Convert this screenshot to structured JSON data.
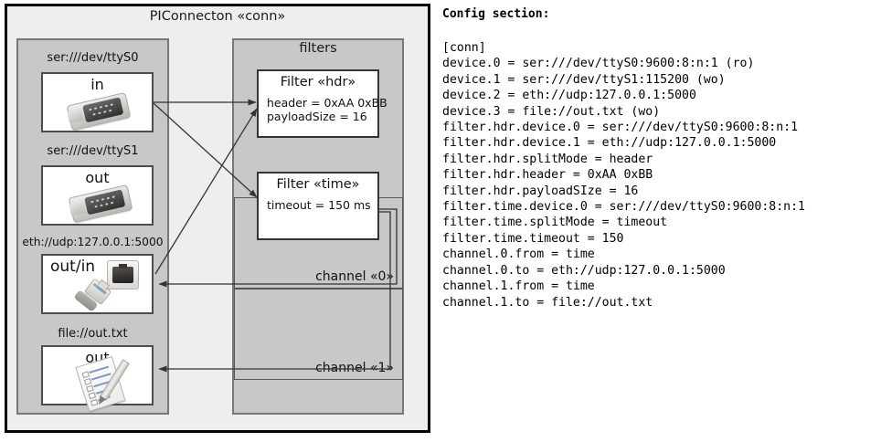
{
  "diagram": {
    "title": "PIConnecton «conn»",
    "devices_panel": {
      "items": [
        {
          "label": "ser:///dev/ttyS0",
          "direction": "in",
          "icon": "serial-port-icon"
        },
        {
          "label": "ser:///dev/ttyS1",
          "direction": "out",
          "icon": "serial-port-icon"
        },
        {
          "label": "eth://udp:127.0.0.1:5000",
          "direction": "out/in",
          "icon": "ethernet-connector-icon"
        },
        {
          "label": "file://out.txt",
          "direction": "out",
          "icon": "text-document-icon"
        }
      ]
    },
    "filters_panel": {
      "title": "filters",
      "filters": [
        {
          "title": "Filter «hdr»",
          "attrs": "header = 0xAA 0xBB\npayloadSize = 16"
        },
        {
          "title": "Filter «time»",
          "attrs": "timeout = 150 ms"
        }
      ],
      "channels": [
        {
          "label": "channel «0»"
        },
        {
          "label": "channel «1»"
        }
      ]
    },
    "colors": {
      "page_background": "#ffffff",
      "frame_background": "#eeeeee",
      "frame_border": "#000000",
      "panel_background": "#c8c8c8",
      "panel_border": "#777777",
      "card_background": "#ffffff",
      "card_border": "#4d4d4d",
      "connector_line": "#333333",
      "text": "#111111"
    }
  },
  "config": {
    "heading": "Config section:",
    "lines": "[conn]\ndevice.0 = ser:///dev/ttyS0:9600:8:n:1 (ro)\ndevice.1 = ser:///dev/ttyS1:115200 (wo)\ndevice.2 = eth://udp:127.0.0.1:5000\ndevice.3 = file://out.txt (wo)\nfilter.hdr.device.0 = ser:///dev/ttyS0:9600:8:n:1\nfilter.hdr.device.1 = eth://udp:127.0.0.1:5000\nfilter.hdr.splitMode = header\nfilter.hdr.header = 0xAA 0xBB\nfilter.hdr.payloadSIze = 16\nfilter.time.device.0 = ser:///dev/ttyS0:9600:8:n:1\nfilter.time.splitMode = timeout\nfilter.time.timeout = 150\nchannel.0.from = time\nchannel.0.to = eth://udp:127.0.0.1:5000\nchannel.1.from = time\nchannel.1.to = file://out.txt"
  }
}
